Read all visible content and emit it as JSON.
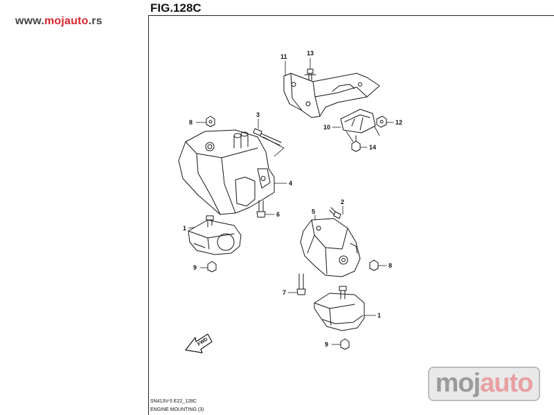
{
  "site": {
    "prefix": "www.",
    "brand": "mojauto",
    "suffix": ".rs"
  },
  "figure_title": "FIG.128C",
  "drawing_code": "SN413V-5 E22_128C",
  "caption": "ENGINE MOUNTING (3)",
  "fwd_label": "FWD",
  "watermark": {
    "part1": "moj",
    "part2": "auto"
  },
  "callouts": {
    "c13": "13",
    "c11": "11",
    "c3": "3",
    "c8a": "8",
    "c10": "10",
    "c12": "12",
    "c14": "14",
    "c4": "4",
    "c6": "6",
    "c2": "2",
    "c5": "5",
    "c1a": "1",
    "c8b": "8",
    "c9a": "9",
    "c7": "7",
    "c1b": "1",
    "c9b": "9"
  }
}
